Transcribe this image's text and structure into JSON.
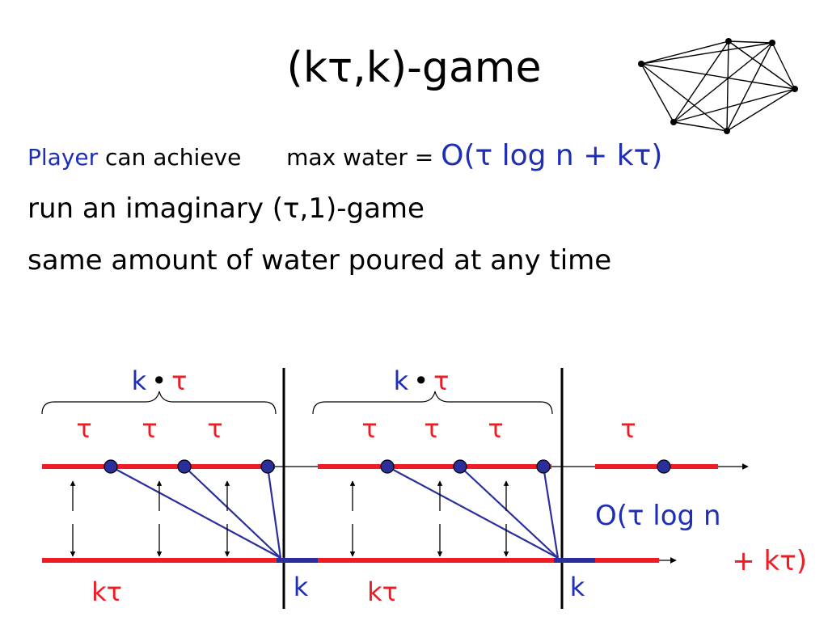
{
  "slide": {
    "title": "(kτ,k)-game",
    "line1": {
      "player": "Player",
      "can_achieve": " can achieve",
      "max_water": "max water = ",
      "bound": "O(τ log n + kτ)"
    },
    "line2": "run an imaginary (τ,1)-game",
    "line3": "same amount of water poured at any time"
  },
  "diagram": {
    "brace_label_k": "k",
    "brace_label_dot": "•",
    "brace_label_tau": "τ",
    "tau_label": "τ",
    "ktau_label": "kτ",
    "k_label": "k",
    "bound_line1": "O(τ log n",
    "bound_line2": "+ kτ)",
    "colors": {
      "red": "#ee1c24",
      "blue": "#2b2f9c",
      "text_blue": "#1f2fb5",
      "black": "#000000"
    }
  }
}
